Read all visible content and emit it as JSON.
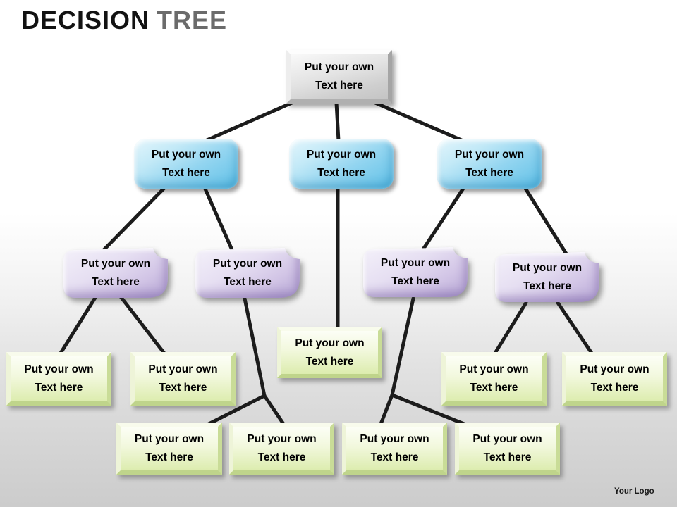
{
  "slide_title": {
    "word1": "DECISION",
    "word2": "TREE"
  },
  "node_text": {
    "line1": "Put your own",
    "line2": "Text here"
  },
  "footer": {
    "logo_text": "Your Logo"
  },
  "colors": {
    "title_primary": "#121212",
    "title_secondary": "#6b6b6b",
    "root_node": "#d9d9d9",
    "level2_node": "#6fc6e9",
    "level3_node": "#cfc2e4",
    "level4_node": "#dcecae",
    "connector": "#1c1c1c",
    "background_bottom": "#cccccc"
  },
  "tree": {
    "nodes": [
      {
        "id": "root",
        "level": 1,
        "style": "gray"
      },
      {
        "id": "b1",
        "level": 2,
        "style": "blue"
      },
      {
        "id": "b2",
        "level": 2,
        "style": "blue"
      },
      {
        "id": "b3",
        "level": 2,
        "style": "blue"
      },
      {
        "id": "p1",
        "level": 3,
        "style": "purple"
      },
      {
        "id": "p2",
        "level": 3,
        "style": "purple"
      },
      {
        "id": "p3",
        "level": 3,
        "style": "purple"
      },
      {
        "id": "p4",
        "level": 3,
        "style": "purple"
      },
      {
        "id": "g1",
        "level": 4,
        "style": "green"
      },
      {
        "id": "g2",
        "level": 4,
        "style": "green"
      },
      {
        "id": "gc",
        "level": 4,
        "style": "green"
      },
      {
        "id": "g5",
        "level": 4,
        "style": "green"
      },
      {
        "id": "g6",
        "level": 4,
        "style": "green"
      },
      {
        "id": "k1",
        "level": 5,
        "style": "green"
      },
      {
        "id": "k2",
        "level": 5,
        "style": "green"
      },
      {
        "id": "k3",
        "level": 5,
        "style": "green"
      },
      {
        "id": "k4",
        "level": 5,
        "style": "green"
      }
    ],
    "edges": [
      [
        "root",
        "b1"
      ],
      [
        "root",
        "b2"
      ],
      [
        "root",
        "b3"
      ],
      [
        "b1",
        "p1"
      ],
      [
        "b1",
        "p2"
      ],
      [
        "b2",
        "gc"
      ],
      [
        "b3",
        "p3"
      ],
      [
        "b3",
        "p4"
      ],
      [
        "p1",
        "g1"
      ],
      [
        "p1",
        "g2"
      ],
      [
        "p2",
        "k1"
      ],
      [
        "p2",
        "k2"
      ],
      [
        "p3",
        "k3"
      ],
      [
        "p3",
        "k4"
      ],
      [
        "p4",
        "g5"
      ],
      [
        "p4",
        "g6"
      ]
    ]
  }
}
